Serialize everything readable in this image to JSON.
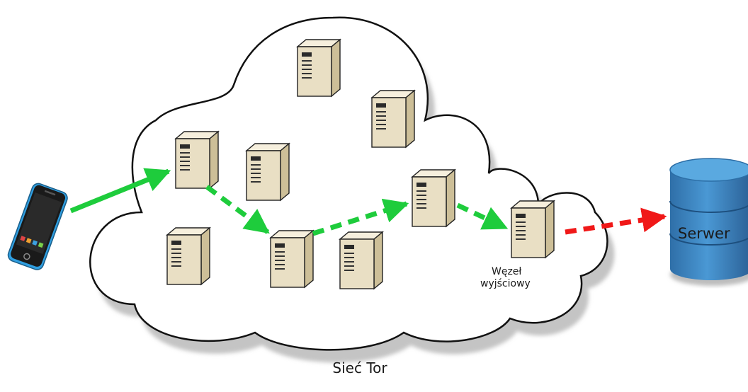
{
  "diagram": {
    "network_label": "Sieć Tor",
    "exit_node_label_line1": "Węzeł",
    "exit_node_label_line2": "wyjściowy",
    "server_label": "Serwer",
    "colors": {
      "path_green": "#1ecc3c",
      "path_red": "#f01818",
      "server_body": "#e9dfc4",
      "database_blue": "#3a86c4",
      "phone_blue": "#2f9ee0"
    },
    "icons": {
      "client": "smartphone-icon",
      "relay": "server-tower-icon",
      "destination": "database-cylinder-icon",
      "network": "cloud-shape"
    }
  }
}
